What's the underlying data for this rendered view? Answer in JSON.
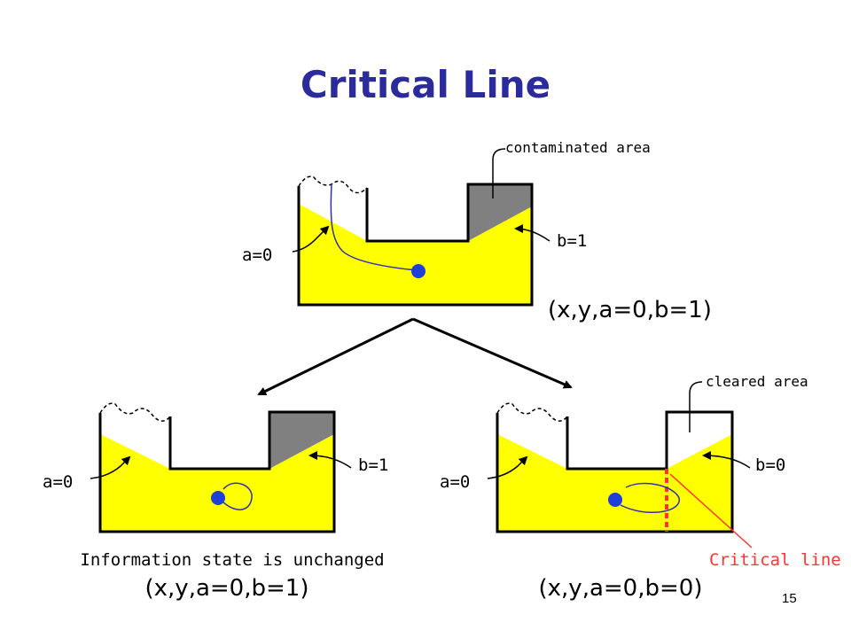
{
  "slide": {
    "title": "Critical Line",
    "page_number": "15"
  },
  "colors": {
    "title": "#2b2b9b",
    "water": "#ffff00",
    "contaminated": "#808080",
    "robot": "#1e3fd8",
    "critical": "#ff3333",
    "path": "#3030b0",
    "outline": "#000000"
  },
  "top_panel": {
    "contaminated_label": "contaminated area",
    "a_label": "a=0",
    "b_label": "b=1",
    "state_label": "(x,y,a=0,b=1)"
  },
  "left_panel": {
    "a_label": "a=0",
    "b_label": "b=1",
    "caption": "Information state is unchanged",
    "state_label": "(x,y,a=0,b=1)"
  },
  "right_panel": {
    "cleared_label": "cleared area",
    "a_label": "a=0",
    "b_label": "b=0",
    "critical_label": "Critical line",
    "state_label": "(x,y,a=0,b=0)"
  },
  "icons": [
    "robot-dot-icon",
    "arrow-icon"
  ]
}
